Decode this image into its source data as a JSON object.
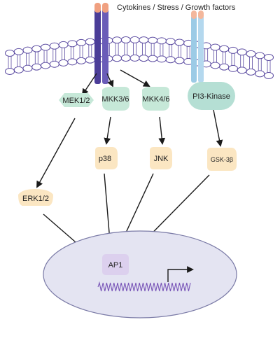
{
  "header": {
    "signal_label": "Cytokines / Stress / Growth factors"
  },
  "nodes": {
    "mek12": "MEK1/2",
    "mkk36": "MKK3/6",
    "mkk46": "MKK4/6",
    "pi3k": "PI3-Kinase",
    "p38": "p38",
    "jnk": "JNK",
    "gsk3b": "GSK-3β",
    "erk12": "ERK1/2",
    "ap1": "AP1"
  },
  "colors": {
    "bilayer_line": "#5a4aa0",
    "bilayer_head_fill": "#ffffff",
    "receptor_purple": "#4b3d98",
    "receptor_purple_light": "#7b6fc0",
    "receptor_blue": "#9ccbe6",
    "receptor_tip": "#f0a080",
    "green_node": "#c6e8d8",
    "yellow_node": "#fbe6c2",
    "pi3k_fill": "#b5dfd4",
    "nucleus_fill": "#e4e4f2",
    "nucleus_stroke": "#7a7aa6",
    "ap1_fill": "#dcd0ee",
    "dna": "#7a57b8",
    "arrow": "#1a1a1a"
  }
}
